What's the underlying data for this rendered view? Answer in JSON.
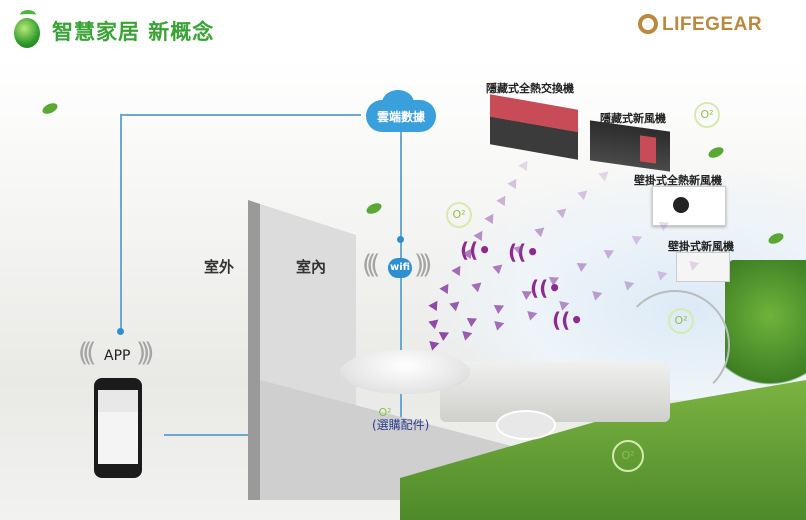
{
  "header": {
    "slogan": "智慧家居 新概念",
    "brand": "LIFEGEAR"
  },
  "diagram": {
    "cloud": "雲端數據",
    "wifi": "wifi",
    "app": "APP",
    "outdoor": "室外",
    "indoor": "室內",
    "optional": "(選購配件)",
    "o2": "O²",
    "products": [
      {
        "name": "隱藏式全熱交換機"
      },
      {
        "name": "隱藏式新風機"
      },
      {
        "name": "壁掛式全熱新風機"
      },
      {
        "name": "壁掛式新風機"
      }
    ]
  },
  "colors": {
    "green": "#3aa335",
    "gold": "#b98a3e",
    "blue": "#2d8fd0",
    "purple": "#8e4aa6"
  }
}
